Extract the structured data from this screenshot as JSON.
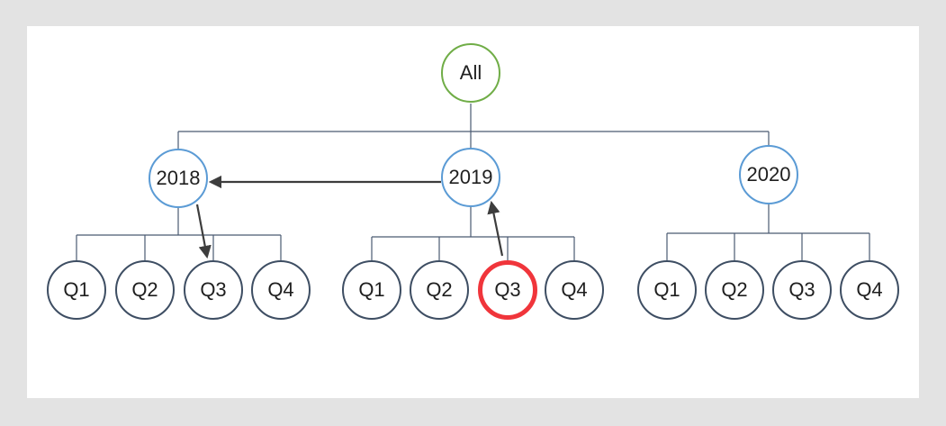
{
  "page": {
    "background": "#E3E3E3",
    "surface": "#FFFFFF"
  },
  "colors": {
    "root_circle": "#70AD47",
    "year_circle": "#5B9BD5",
    "quarter_circle": "#3E4E63",
    "highlight_circle": "#F0353B",
    "connector": "#4A5A72",
    "arrow": "#3D3D3D",
    "label_text": "#1F1F1F"
  },
  "tree": {
    "root": {
      "label": "All"
    },
    "years": [
      {
        "label": "2018",
        "quarters": [
          "Q1",
          "Q2",
          "Q3",
          "Q4"
        ]
      },
      {
        "label": "2019",
        "quarters": [
          "Q1",
          "Q2",
          "Q3",
          "Q4"
        ],
        "highlighted_quarter": "Q3"
      },
      {
        "label": "2020",
        "quarters": [
          "Q1",
          "Q2",
          "Q3",
          "Q4"
        ]
      }
    ]
  },
  "arrows": [
    {
      "from": "2019",
      "to": "2018"
    },
    {
      "from": "2018",
      "to": "2018-Q3"
    },
    {
      "from": "2019-Q3",
      "to": "2019"
    }
  ]
}
